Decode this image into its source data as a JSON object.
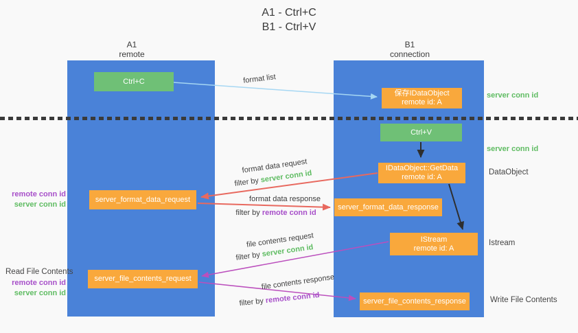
{
  "title": {
    "line1": "A1 - Ctrl+C",
    "line2": "B1 - Ctrl+V"
  },
  "lanes": {
    "left": {
      "name": "A1",
      "subtitle": "remote"
    },
    "right": {
      "name": "B1",
      "subtitle": "connection"
    }
  },
  "nodes": {
    "ctrl_c": {
      "label": "Ctrl+C"
    },
    "save_dataobject": {
      "line1": "保存IDataObject",
      "line2": "remote id: A"
    },
    "ctrl_v": {
      "label": "Ctrl+V"
    },
    "getdata": {
      "line1": "IDataObject::GetData",
      "line2": "remote id: A"
    },
    "format_request": {
      "label": "server_format_data_request"
    },
    "format_response": {
      "label": "server_format_data_response"
    },
    "istream": {
      "line1": "IStream",
      "line2": "remote id: A"
    },
    "file_request": {
      "label": "server_file_contents_request"
    },
    "file_response": {
      "label": "server_file_contents_response"
    }
  },
  "arrow_labels": {
    "format_list": "format list",
    "format_data_request": "format data request",
    "format_data_response": "format data response",
    "file_contents_request": "file contents request",
    "file_contents_response": "file contents response",
    "filter_by": "filter by ",
    "server_conn_id": "server conn id",
    "remote_conn_id": "remote conn id"
  },
  "side_labels": {
    "server_conn_id_top": "server conn id",
    "server_conn_id_mid": "server conn id",
    "dataobject": "DataObject",
    "istream": "Istream",
    "write_file_contents": "Write File Contents",
    "read_file_contents": "Read File Contents",
    "format_remote_conn_id": "remote conn id",
    "format_server_conn_id": "server conn id",
    "file_remote_conn_id": "remote conn id",
    "file_server_conn_id": "server conn id"
  },
  "colors": {
    "lane_blue": "#4a82d8",
    "node_green": "#6fc076",
    "node_orange": "#f9a83c",
    "green_text": "#5fbc62",
    "purple_text": "#a74fc9",
    "red_arrow": "#e8695f",
    "magenta_arrow": "#bb4fbd",
    "light_blue_arrow": "#a6d7f3",
    "black_arrow": "#2e2e2e"
  }
}
